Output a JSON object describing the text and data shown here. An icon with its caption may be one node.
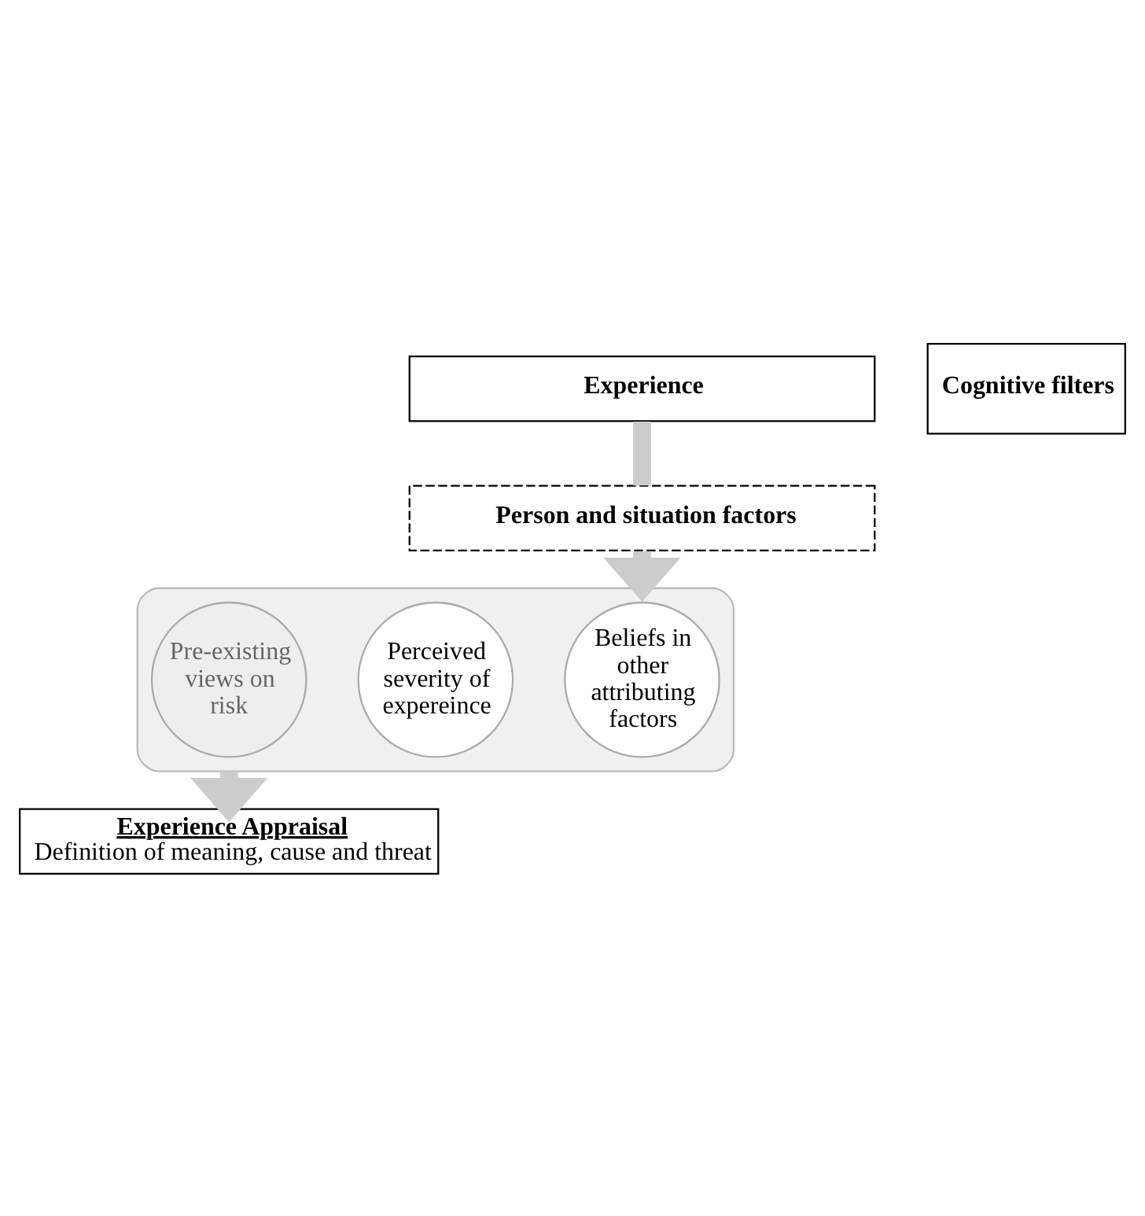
{
  "diagram": {
    "nodes": [
      {
        "text": [
          "Experience"
        ]
      },
      {
        "text": [
          "Person and situation factors"
        ]
      },
      {
        "text": [],
        "shape": "funnel"
      },
      {
        "text": [
          "Beliefs in other attributing factors"
        ],
        "in": 2
      },
      {
        "text": [
          "Perceived severity of expereince"
        ],
        "in": 2
      },
      {
        "text": [
          "Pre-existing views on risk"
        ],
        "in": 2
      },
      {
        "text": [
          "Cognitive filters"
        ]
      },
      {
        "text": [
          "Experience Appraisal",
          "Definition of meaning, cause and threat"
        ]
      }
    ],
    "edges": [
      {
        "from": 0,
        "to": 1,
        "arrow": "none"
      },
      {
        "from": 1,
        "to": 2,
        "arrow": "to"
      },
      {
        "from": 2,
        "to": 7,
        "arrow": "to"
      }
    ]
  }
}
